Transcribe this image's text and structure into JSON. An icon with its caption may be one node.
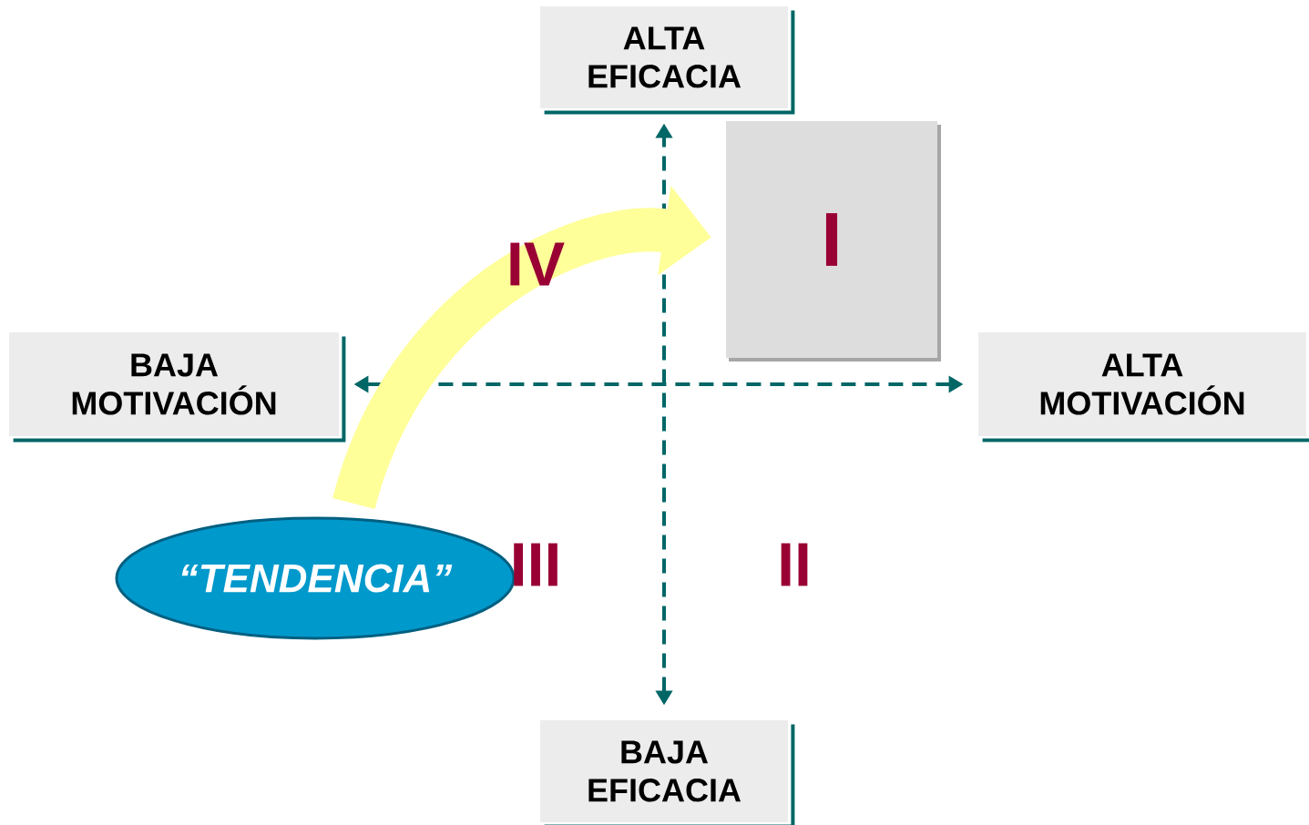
{
  "diagram": {
    "nodes": [
      {
        "text": [
          "ALTA EFICACIA"
        ]
      },
      {
        "text": [
          "I"
        ]
      },
      {
        "text": [
          "BAJA MOTIVACIÓN"
        ]
      },
      {
        "text": [
          "ALTA MOTIVACIÓN"
        ]
      },
      {
        "text": [
          "“TENDENCIA”"
        ]
      },
      {
        "text": [
          "BAJA EFICACIA"
        ]
      }
    ],
    "edges": [
      {
        "from": 5,
        "to": 0,
        "arrow": "both",
        "style": "dashed"
      },
      {
        "from": 2,
        "to": 3,
        "arrow": "both",
        "style": "dashed"
      },
      {
        "from": 4,
        "to": 1,
        "arrow": "to",
        "style": "thick",
        "color": "#ffff99"
      }
    ],
    "labels": [
      "IV",
      "III",
      "II"
    ]
  }
}
